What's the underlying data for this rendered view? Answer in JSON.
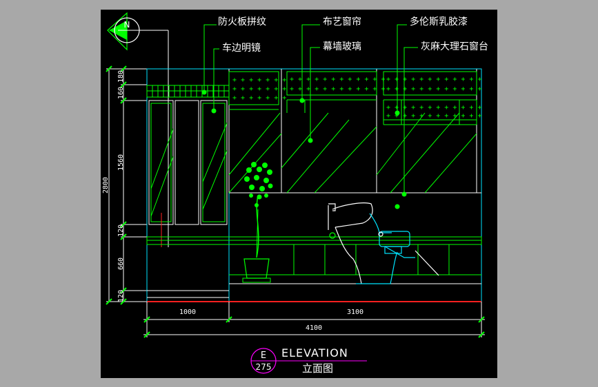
{
  "colors": {
    "background": "#a8a8a8",
    "canvas": "#000000",
    "green": "#00ff00",
    "cyan": "#00e5ff",
    "white": "#ffffff",
    "magenta": "#ff00ff",
    "red": "#ff2020"
  },
  "north": {
    "label": "N"
  },
  "callouts": {
    "fireproof_board": "防火板拼纹",
    "beveled_mirror": "车边明镜",
    "fabric_curtain": "布艺窗帘",
    "curtain_glass": "幕墙玻璃",
    "latex_paint": "多伦斯乳胶漆",
    "marble_sill": "灰麻大理石窗台"
  },
  "dimensions": {
    "total_height": "2800",
    "v_180": "180",
    "v_160": "160",
    "v_1560": "1560",
    "v_120_mid": "120",
    "v_660": "660",
    "v_120_bottom": "120",
    "h_1000": "1000",
    "h_3100": "3100",
    "h_4100": "4100"
  },
  "title": {
    "letter": "E",
    "sheet": "275",
    "name_en": "ELEVATION",
    "name_cn": "立面图"
  }
}
